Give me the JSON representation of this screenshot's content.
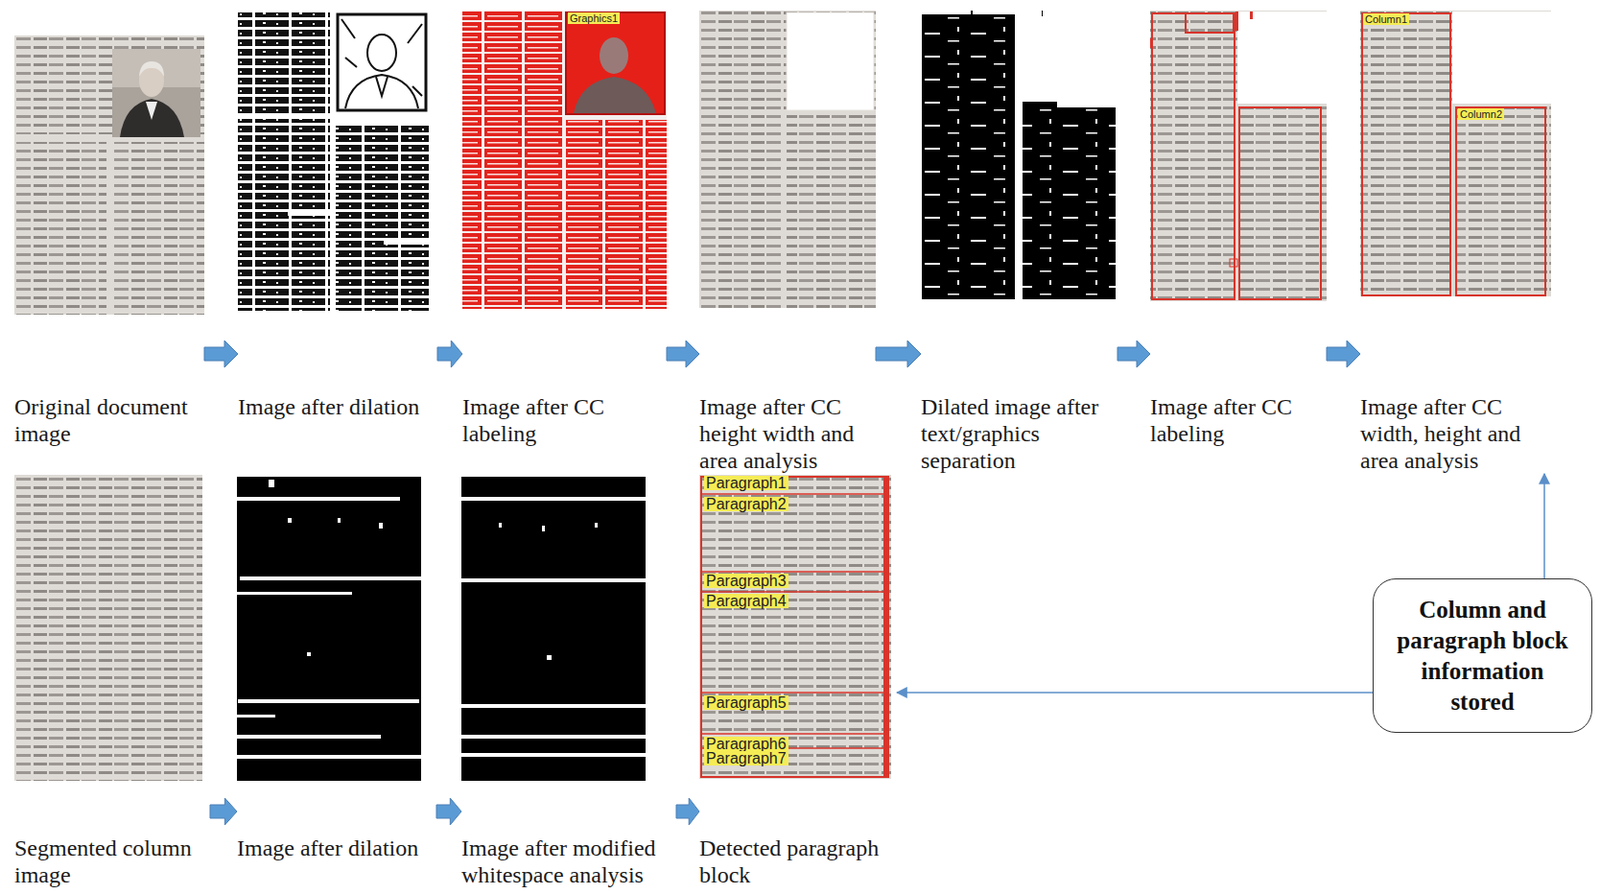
{
  "diagram": {
    "nodes": [
      {
        "text": [
          "Original document image"
        ]
      },
      {
        "text": [
          "Image after dilation"
        ]
      },
      {
        "text": [
          "Image after CC labeling"
        ]
      },
      {
        "text": [
          "Image after CC height width and area analysis"
        ]
      },
      {
        "text": [
          "Dilated image after text/graphics separation"
        ]
      },
      {
        "text": [
          "Image after CC labeling"
        ]
      },
      {
        "text": [
          "Image after CC width, height and area analysis"
        ]
      },
      {
        "text": [
          "Segmented column image"
        ]
      },
      {
        "text": [
          "Image after dilation"
        ]
      },
      {
        "text": [
          "Image after modified whitespace analysis"
        ]
      },
      {
        "text": [
          "Detected paragraph block"
        ]
      },
      {
        "text": [
          "Column and paragraph block information stored"
        ]
      }
    ],
    "edges": [
      {
        "from": 0,
        "to": 1,
        "arrow": "to"
      },
      {
        "from": 1,
        "to": 2,
        "arrow": "to"
      },
      {
        "from": 2,
        "to": 3,
        "arrow": "to"
      },
      {
        "from": 3,
        "to": 4,
        "arrow": "to"
      },
      {
        "from": 4,
        "to": 5,
        "arrow": "to"
      },
      {
        "from": 5,
        "to": 6,
        "arrow": "to"
      },
      {
        "from": 7,
        "to": 8,
        "arrow": "to"
      },
      {
        "from": 8,
        "to": 9,
        "arrow": "to"
      },
      {
        "from": 9,
        "to": 10,
        "arrow": "to"
      },
      {
        "from": 11,
        "to": 6,
        "arrow": "to"
      },
      {
        "from": 11,
        "to": 10,
        "arrow": "to"
      }
    ],
    "labels": [
      "Graphics1",
      "Column1",
      "Column2",
      "Paragraph1",
      "Paragraph2",
      "Paragraph3",
      "Paragraph4",
      "Paragraph5",
      "Paragraph6",
      "Paragraph7"
    ]
  }
}
